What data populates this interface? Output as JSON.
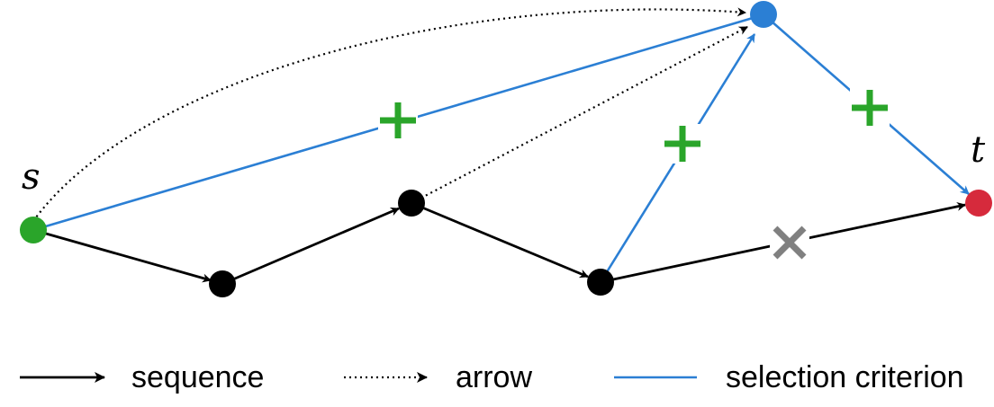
{
  "diagram": {
    "labels": {
      "source": "s",
      "target": "t"
    },
    "marks": {
      "plus": "+",
      "cross": "×"
    },
    "legend": {
      "sequence": "sequence",
      "arrow": "arrow",
      "selection": "selection criterion"
    },
    "colors": {
      "source_node": "#2aa52a",
      "target_node": "#d62a3c",
      "top_node": "#2b7fd4",
      "path_node": "#000000",
      "sequence_edge": "#000000",
      "selection_edge": "#2b7fd4",
      "plus_mark": "#2aa52a",
      "cross_mark": "#808080"
    }
  }
}
